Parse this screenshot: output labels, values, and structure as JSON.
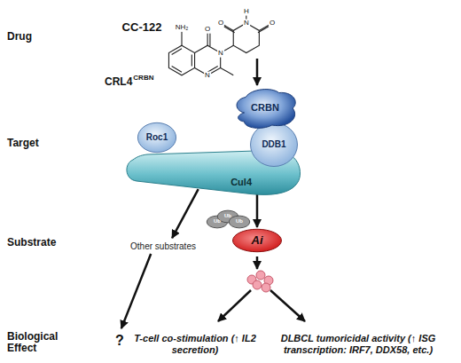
{
  "diagram": {
    "nodes": [
      {
        "text": [
          "CRBN"
        ]
      },
      {
        "text": [
          "Roc1"
        ]
      },
      {
        "text": [
          "DDB1"
        ]
      },
      {
        "text": [
          "Cul4"
        ]
      },
      {
        "text": [
          "Ub"
        ]
      },
      {
        "text": [
          "Ub"
        ]
      },
      {
        "text": [
          "Ub"
        ]
      },
      {
        "text": [
          "Ai"
        ]
      },
      {
        "text": [
          "Other substrates"
        ]
      },
      {
        "text": [
          "?"
        ]
      },
      {
        "text": [
          "T-cell co-stimulation (↑ IL2 secretion)"
        ]
      },
      {
        "text": [
          "DLBCL tumoricidal activity (↑ ISG transcription: IRF7, DDX58, etc.)"
        ]
      }
    ],
    "edges": [
      {
        "from": 3,
        "to": 8,
        "arrow": "to"
      },
      {
        "from": 8,
        "to": 9,
        "arrow": "to"
      },
      {
        "from": 3,
        "to": 7,
        "arrow": "to"
      }
    ],
    "labels": [
      "Drug",
      "CC-122",
      "H",
      "NH₂",
      "O",
      "N",
      "O",
      "O",
      "N",
      "N",
      "CRL4",
      "CRBN",
      "Target",
      "Substrate",
      "Biological Effect"
    ]
  }
}
